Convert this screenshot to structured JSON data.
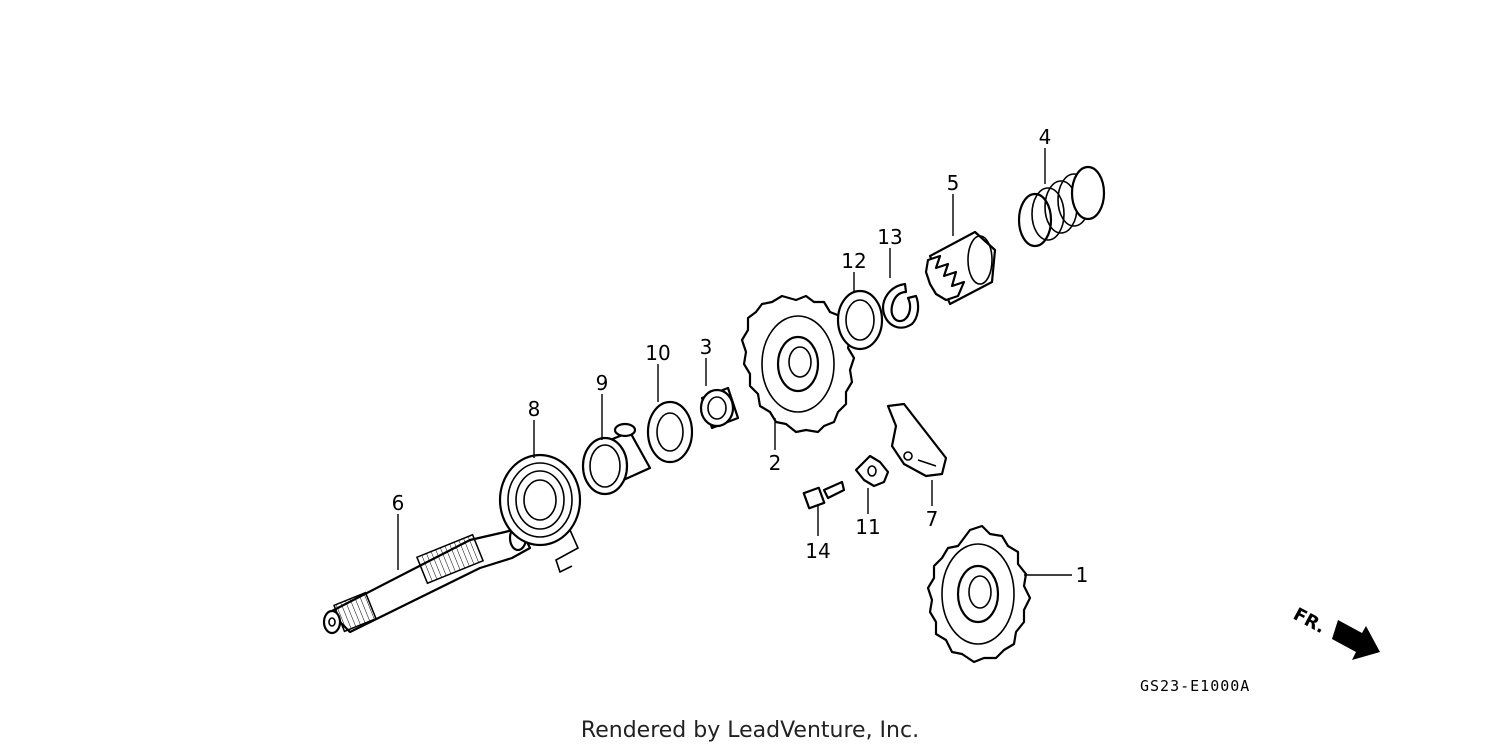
{
  "callouts": {
    "p1": "1",
    "p2": "2",
    "p3": "3",
    "p4": "4",
    "p5": "5",
    "p6": "6",
    "p7": "7",
    "p8": "8",
    "p9": "9",
    "p10": "10",
    "p11": "11",
    "p12": "12",
    "p13": "13",
    "p14": "14"
  },
  "diagram_code": "GS23-E1000A",
  "front_indicator": "FR.",
  "credit": "Rendered by LeadVenture, Inc."
}
